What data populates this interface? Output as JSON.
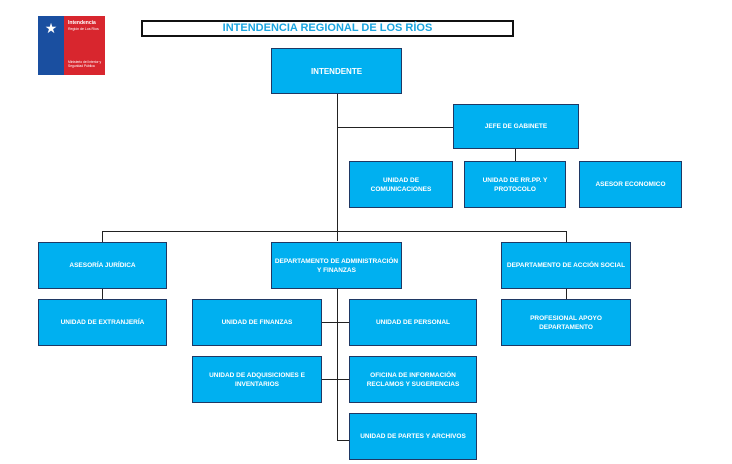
{
  "logo": {
    "title": "Intendencia",
    "subtitle": "Región de Los Ríos",
    "ministry": "Ministerio del Interior y Seguridad Pública"
  },
  "header": {
    "title": "INTENDENCIA REGIONAL DE LOS RÍOS"
  },
  "org": {
    "intendente": "INTENDENTE",
    "jefe_gabinete": "JEFE DE GABINETE",
    "unidad_comunicaciones": "UNIDAD DE COMUNICACIONES",
    "unidad_rrpp": "UNIDAD DE RR.PP. Y PROTOCOLO",
    "asesor_economico": "ASESOR ECONOMICO",
    "asesoria_juridica": "ASESORÍA JURÍDICA",
    "unidad_extranjeria": "UNIDAD DE EXTRANJERÍA",
    "depto_administracion": "DEPARTAMENTO DE ADMINISTRACIÓN Y FINANZAS",
    "depto_accion_social": "DEPARTAMENTO DE ACCIÓN SOCIAL",
    "profesional_apoyo": "PROFESIONAL APOYO DEPARTAMENTO",
    "unidad_finanzas": "UNIDAD DE FINANZAS",
    "unidad_personal": "UNIDAD DE PERSONAL",
    "unidad_adquisiciones": "UNIDAD DE ADQUISICIONES E INVENTARIOS",
    "oficina_informacion": "OFICINA DE INFORMACIÓN RECLAMOS Y SUGERENCIAS",
    "unidad_partes": "UNIDAD DE PARTES Y ARCHIVOS"
  }
}
